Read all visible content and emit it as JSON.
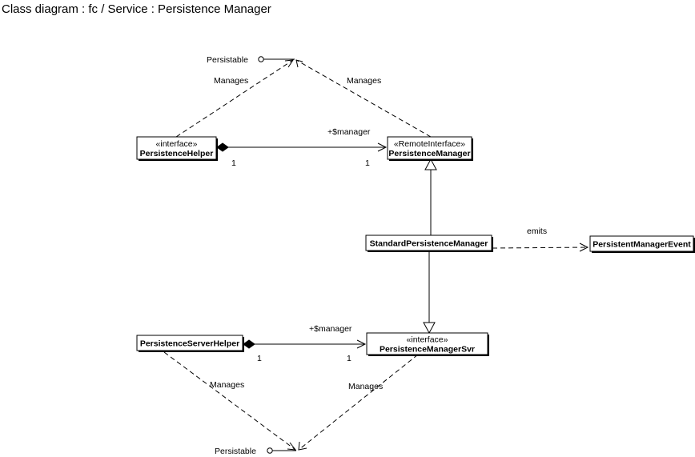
{
  "diagram": {
    "title": "Class diagram : fc / Service : Persistence Manager",
    "classes": {
      "persistence_helper": {
        "stereotype": "«interface»",
        "name": "PersistenceHelper"
      },
      "persistence_manager": {
        "stereotype": "«RemoteInterface»",
        "name": "PersistenceManager"
      },
      "standard_persistence_manager": {
        "name": "StandardPersistenceManager"
      },
      "persistent_manager_event": {
        "name": "PersistentManagerEvent"
      },
      "persistence_server_helper": {
        "name": "PersistenceServerHelper"
      },
      "persistence_manager_svr": {
        "stereotype": "«interface»",
        "name": "PersistenceManagerSvr"
      }
    },
    "interfaces": {
      "persistable_top": "Persistable",
      "persistable_bottom": "Persistable"
    },
    "relations": {
      "top_manages_left": "Manages",
      "top_manages_right": "Manages",
      "top_role": "+$manager",
      "top_mult_left": "1",
      "top_mult_right": "1",
      "emits": "emits",
      "bottom_role": "+$manager",
      "bottom_mult_left": "1",
      "bottom_mult_right": "1",
      "bottom_manages_left": "Manages",
      "bottom_manages_right": "Manages"
    }
  }
}
